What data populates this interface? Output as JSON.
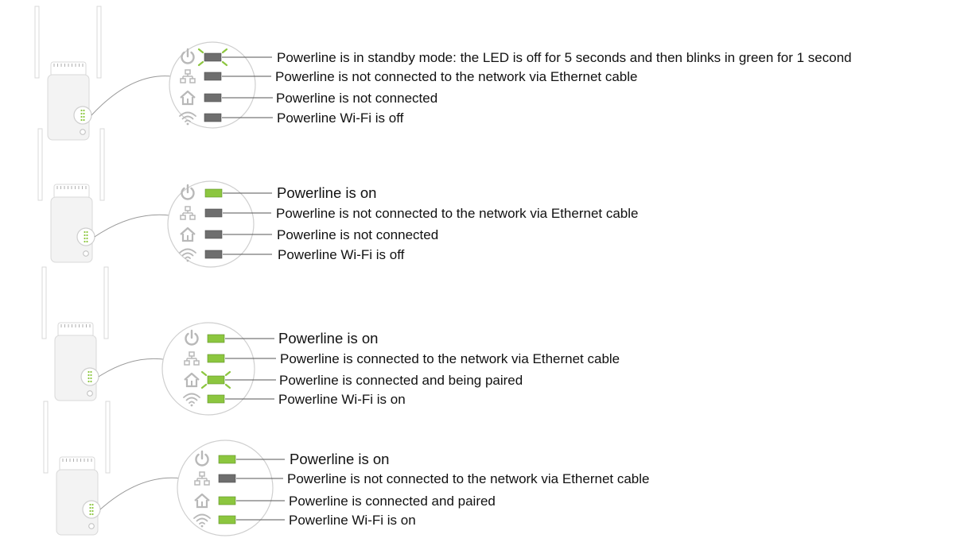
{
  "colors": {
    "led_off": "#6e6e6e",
    "led_on": "#8cc63f",
    "led_blink_marks": "#8cc63f",
    "icon_gray": "#b8b8b8",
    "leader_line": "#555555",
    "device_body": "#f3f3f3",
    "device_outline": "#d9d9d9",
    "device_leds": "#8cc63f"
  },
  "panels": [
    {
      "rows": [
        {
          "icon": "power-icon",
          "state": "blinking-off",
          "label": "Powerline is in standby mode: the LED is off for 5 seconds and then blinks in green for 1 second"
        },
        {
          "icon": "ethernet-icon",
          "state": "off",
          "label": "Powerline is not connected to the network via Ethernet cable"
        },
        {
          "icon": "home-icon",
          "state": "off",
          "label": "Powerline is not connected"
        },
        {
          "icon": "wifi-icon",
          "state": "off",
          "label": "Powerline Wi-Fi is off"
        }
      ]
    },
    {
      "rows": [
        {
          "icon": "power-icon",
          "state": "on",
          "label": "Powerline is on"
        },
        {
          "icon": "ethernet-icon",
          "state": "off",
          "label": "Powerline is not connected to the network via Ethernet cable"
        },
        {
          "icon": "home-icon",
          "state": "off",
          "label": "Powerline is not connected"
        },
        {
          "icon": "wifi-icon",
          "state": "off",
          "label": "Powerline Wi-Fi is off"
        }
      ]
    },
    {
      "rows": [
        {
          "icon": "power-icon",
          "state": "on",
          "label": "Powerline is on"
        },
        {
          "icon": "ethernet-icon",
          "state": "on",
          "label": "Powerline is connected to the network via Ethernet cable"
        },
        {
          "icon": "home-icon",
          "state": "blinking-on",
          "label": "Powerline is connected and being paired"
        },
        {
          "icon": "wifi-icon",
          "state": "on",
          "label": "Powerline Wi-Fi is on"
        }
      ]
    },
    {
      "rows": [
        {
          "icon": "power-icon",
          "state": "on",
          "label": "Powerline is on"
        },
        {
          "icon": "ethernet-icon",
          "state": "off",
          "label": "Powerline is not connected to the network via Ethernet cable"
        },
        {
          "icon": "home-icon",
          "state": "on",
          "label": "Powerline is connected and paired"
        },
        {
          "icon": "wifi-icon",
          "state": "on",
          "label": "Powerline Wi-Fi is on"
        }
      ]
    }
  ]
}
